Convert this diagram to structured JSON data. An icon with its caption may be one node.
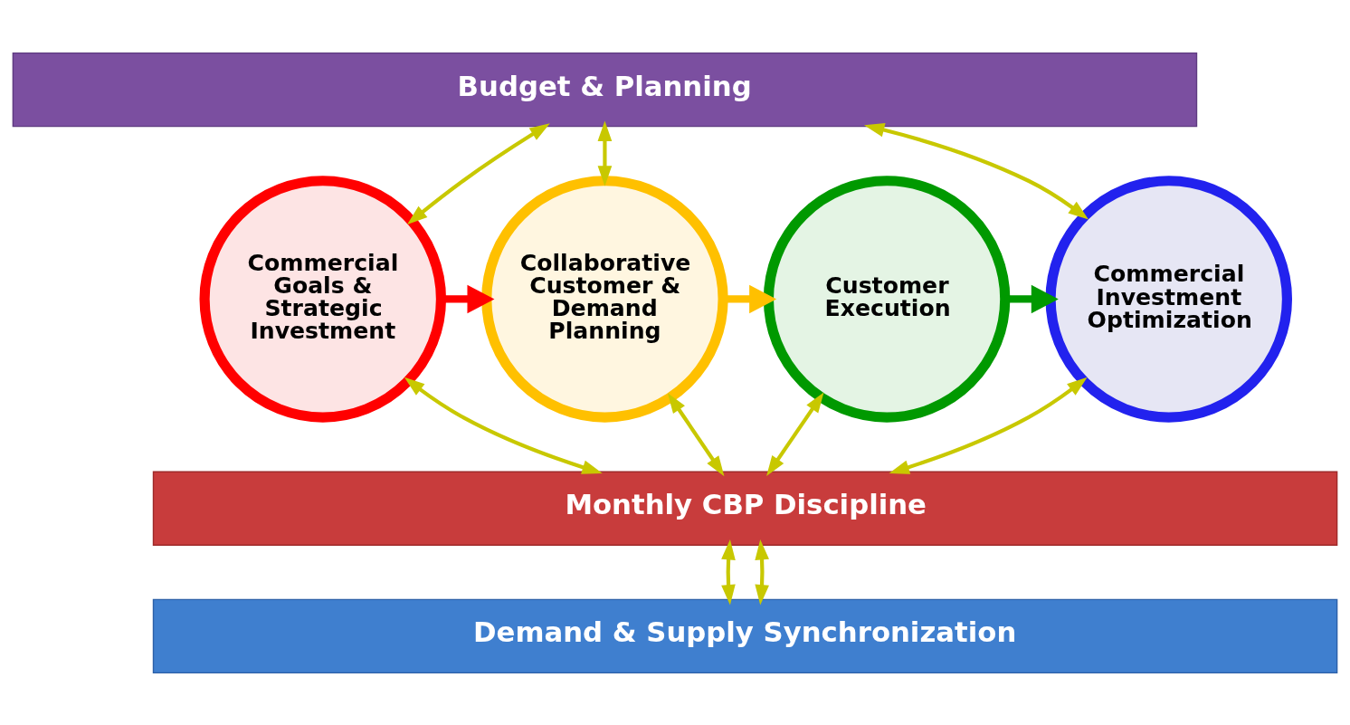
{
  "diagram": {
    "nodes": [
      {
        "text": [
          "Budget & Planning"
        ]
      },
      {
        "text": [
          "Commercial Goals & Strategic Investment"
        ]
      },
      {
        "text": [
          "Collaborative Customer & Demand Planning"
        ]
      },
      {
        "text": [
          "Customer Execution"
        ]
      },
      {
        "text": [
          "Commercial Investment Optimization"
        ]
      },
      {
        "text": [
          "Monthly CBP Discipline"
        ]
      },
      {
        "text": [
          "Demand & Supply Synchronization"
        ]
      }
    ],
    "edges": [
      {
        "from": 0,
        "to": 1,
        "arrow": "both"
      },
      {
        "from": 0,
        "to": 2,
        "arrow": "both"
      },
      {
        "from": 0,
        "to": 4,
        "arrow": "both"
      },
      {
        "from": 1,
        "to": 2,
        "arrow": "to",
        "style": "thick",
        "color": "#ff0000"
      },
      {
        "from": 2,
        "to": 3,
        "arrow": "to",
        "style": "thick",
        "color": "#ffc000"
      },
      {
        "from": 3,
        "to": 4,
        "arrow": "to",
        "style": "thick",
        "color": "#009900"
      },
      {
        "from": 1,
        "to": 5,
        "arrow": "both"
      },
      {
        "from": 2,
        "to": 5,
        "arrow": "both"
      },
      {
        "from": 3,
        "to": 5,
        "arrow": "both"
      },
      {
        "from": 4,
        "to": 5,
        "arrow": "both"
      },
      {
        "from": 5,
        "to": 6,
        "arrow": "both"
      },
      {
        "from": 5,
        "to": 6,
        "arrow": "both"
      }
    ]
  }
}
